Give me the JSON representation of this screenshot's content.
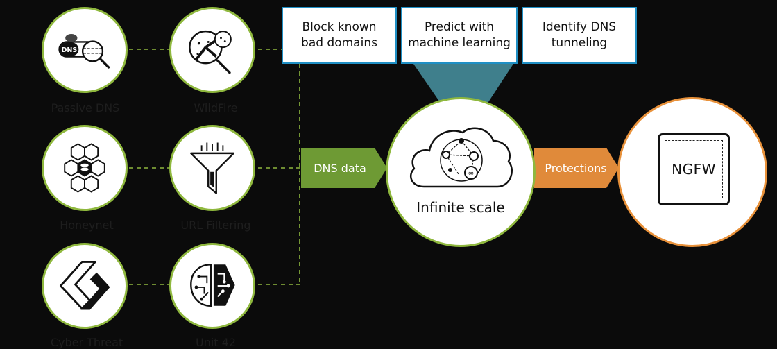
{
  "sources": [
    {
      "name": "Passive DNS",
      "icon": "dns-magnifier-icon"
    },
    {
      "name": "WildFire",
      "icon": "wildfire-magnifier-icon"
    },
    {
      "name": "Honeynet",
      "icon": "honeycomb-icon"
    },
    {
      "name": "URL Filtering",
      "icon": "funnel-icon"
    },
    {
      "name": "Cyber Threat",
      "icon": "cyber-threat-alliance-icon"
    },
    {
      "name": "Unit 42",
      "icon": "unit42-brain-icon"
    }
  ],
  "features": [
    {
      "line1": "Block known",
      "line2": "bad domains"
    },
    {
      "line1": "Predict with",
      "line2": "machine learning"
    },
    {
      "line1": "Identify DNS",
      "line2": "tunneling"
    }
  ],
  "input_arrow": {
    "label": "DNS data",
    "color": "#6e9a34"
  },
  "hub": {
    "label": "Infinite scale"
  },
  "output_arrow": {
    "label": "Protections",
    "color": "#e08a3a"
  },
  "target": {
    "label": "NGFW"
  },
  "colors": {
    "background": "#0b0b0b",
    "source_ring": "#8fb83e",
    "feature_border": "#1f8fc4",
    "funnel": "#3f7f8c",
    "target_ring": "#e8913a",
    "connector": "#8fb83e"
  }
}
